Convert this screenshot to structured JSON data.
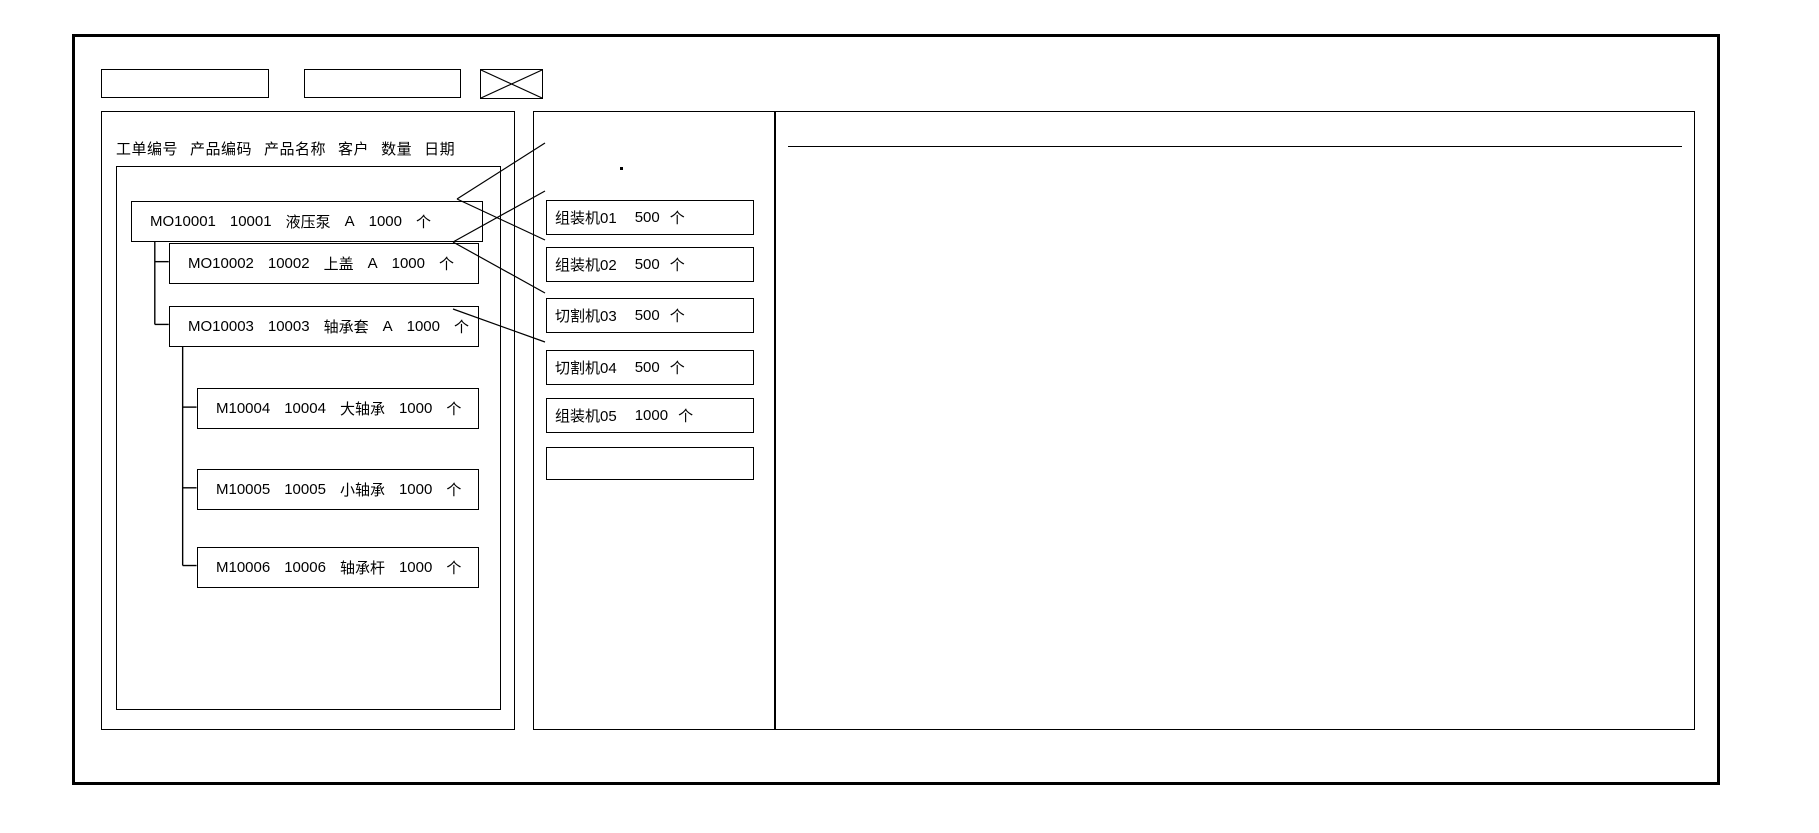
{
  "window": {
    "title": ""
  },
  "toolbar": {
    "field_1_value": "",
    "field_1_placeholder": "",
    "field_2_value": "",
    "field_2_placeholder": "",
    "image_placeholder_name": "image-placeholder-icon"
  },
  "left_panel": {
    "columns": [
      "工单编号",
      "产品编码",
      "产品名称",
      "客户",
      "数量",
      "日期"
    ],
    "rows": [
      {
        "level": 0,
        "order_no": "MO10001",
        "product_code": "10001",
        "product_name": "液压泵",
        "customer": "A",
        "quantity": "1000",
        "unit": "个"
      },
      {
        "level": 1,
        "order_no": "MO10002",
        "product_code": "10002",
        "product_name": "上盖",
        "customer": "A",
        "quantity": "1000",
        "unit": "个"
      },
      {
        "level": 1,
        "order_no": "MO10003",
        "product_code": "10003",
        "product_name": "轴承套",
        "customer": "A",
        "quantity": "1000",
        "unit": "个"
      },
      {
        "level": 2,
        "order_no": "M10004",
        "product_code": "10004",
        "product_name": "大轴承",
        "customer": "",
        "quantity": "1000",
        "unit": "个"
      },
      {
        "level": 2,
        "order_no": "M10005",
        "product_code": "10005",
        "product_name": "小轴承",
        "customer": "",
        "quantity": "1000",
        "unit": "个"
      },
      {
        "level": 2,
        "order_no": "M10006",
        "product_code": "10006",
        "product_name": "轴承杆",
        "customer": "",
        "quantity": "1000",
        "unit": "个"
      }
    ]
  },
  "middle_panel": {
    "machines": [
      {
        "name": "组装机01",
        "quantity": "500",
        "unit": "个"
      },
      {
        "name": "组装机02",
        "quantity": "500",
        "unit": "个"
      },
      {
        "name": "切割机03",
        "quantity": "500",
        "unit": "个"
      },
      {
        "name": "切割机04",
        "quantity": "500",
        "unit": "个"
      },
      {
        "name": "组装机05",
        "quantity": "1000",
        "unit": "个"
      }
    ],
    "empty_slot_label": ""
  },
  "right_panel": {
    "header_text": "",
    "body_text": ""
  },
  "colors": {
    "stroke": "#000000",
    "background": "#ffffff"
  }
}
